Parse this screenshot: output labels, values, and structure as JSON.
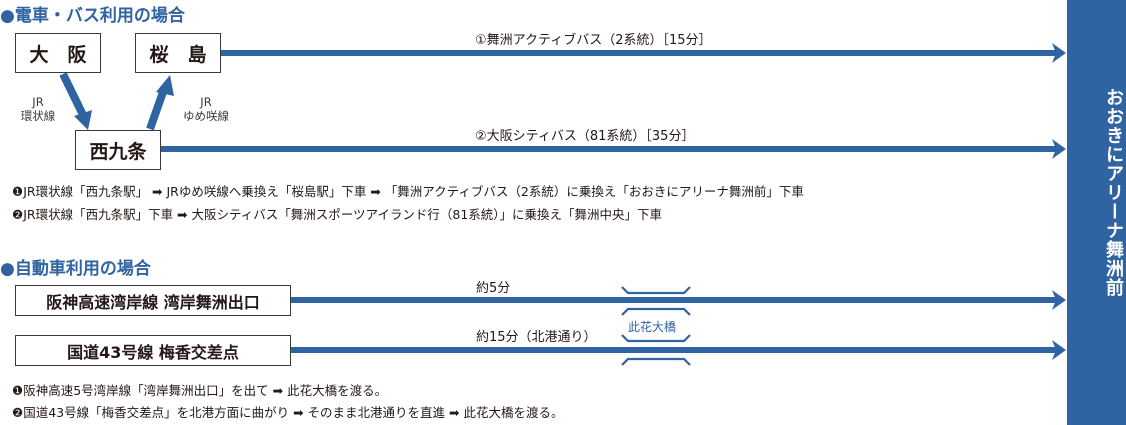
{
  "train_bus_section": {
    "title": "●電車・バス利用の場合",
    "stations": {
      "osaka": "大　阪",
      "sakurajima": "桜　島",
      "nishikujo": "西九条"
    },
    "jr_loop_label": {
      "line1": "JR",
      "line2": "環状線"
    },
    "jr_yumesaki_label": {
      "line1": "JR",
      "line2": "ゆめ咲線"
    },
    "routes": [
      {
        "label": "①舞洲アクティブバス（2系統）［15分］"
      },
      {
        "label": "②大阪シティバス（81系統）［35分］"
      }
    ],
    "notes": [
      "❶JR環状線「西九条駅」 ➡ JRゆめ咲線へ乗換え「桜島駅」下車 ➡ 「舞洲アクティブバス（2系統）に乗換え「おおきにアリーナ舞洲前」下車",
      "❷JR環状線「西九条駅」下車 ➡ 大阪シティバス「舞洲スポーツアイランド行（81系統）」に乗換え「舞洲中央」下車"
    ]
  },
  "car_section": {
    "title": "●自動車利用の場合",
    "origins": [
      "阪神高速湾岸線 湾岸舞洲出口",
      "国道43号線 梅香交差点"
    ],
    "routes": [
      {
        "label": "約5分"
      },
      {
        "label": "約15分（北港通り）"
      }
    ],
    "bridge_label": "此花大橋",
    "notes": [
      "❶阪神高速5号湾岸線「湾岸舞洲出口」を出て ➡ 此花大橋を渡る。",
      "❷国道43号線「梅香交差点」を北港方面に曲がり ➡ そのまま北港通りを直進 ➡ 此花大橋を渡る。"
    ]
  },
  "destination": {
    "label": "おおきにアリーナ舞洲前"
  },
  "colors": {
    "accent_blue": "#2f63a2",
    "text": "#231815",
    "background": "#ffffff"
  }
}
